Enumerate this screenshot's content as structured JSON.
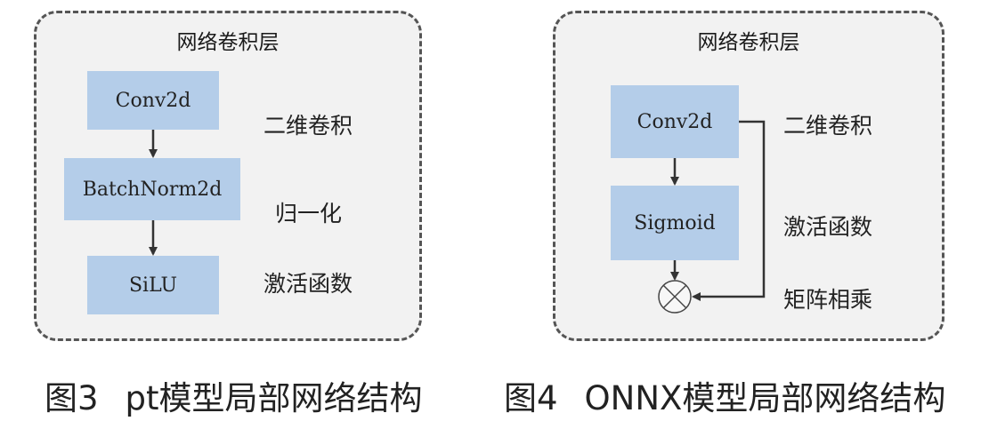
{
  "left_panel": {
    "title": "网络卷积层",
    "boxes": [
      "Conv2d",
      "BatchNorm2d",
      "SiLU"
    ],
    "labels": [
      "二维卷积",
      "归一化",
      "激活函数"
    ]
  },
  "right_panel": {
    "title": "网络卷积层",
    "boxes": [
      "Conv2d",
      "Sigmoid"
    ],
    "labels": [
      "二维卷积",
      "激活函数",
      "矩阵相乘"
    ],
    "operator_icon": "circled-times-icon"
  },
  "captions": {
    "left_number": "图3",
    "left_text": "pt模型局部网络结构",
    "right_number": "图4",
    "right_text": "ONNX模型局部网络结构"
  },
  "colors": {
    "box_fill": "#b4cde9",
    "panel_fill": "#f2f2f2",
    "border": "#555555",
    "arrow": "#333333"
  }
}
